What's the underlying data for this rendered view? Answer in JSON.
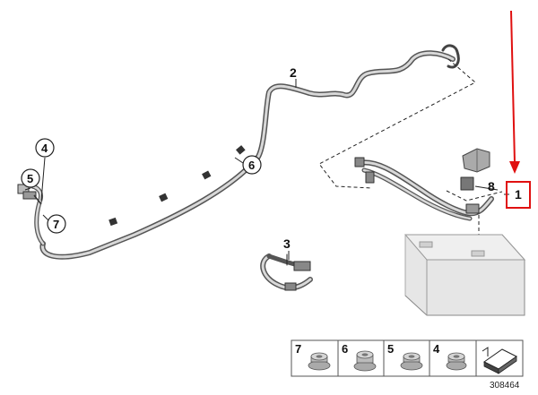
{
  "diagram": {
    "reference_number": "308464",
    "callouts": {
      "c1": "1",
      "c2": "2",
      "c3": "3",
      "c4": "4",
      "c5": "5",
      "c6": "6",
      "c7": "7",
      "c8": "8"
    },
    "legend": [
      {
        "label": "7",
        "icon": "nut-flange-icon"
      },
      {
        "label": "6",
        "icon": "nut-collar-icon"
      },
      {
        "label": "5",
        "icon": "nut-flange-icon"
      },
      {
        "label": "4",
        "icon": "nut-hex-icon"
      },
      {
        "label": "",
        "icon": "sheet-scale-icon"
      }
    ],
    "highlight_color": "#e01010"
  }
}
